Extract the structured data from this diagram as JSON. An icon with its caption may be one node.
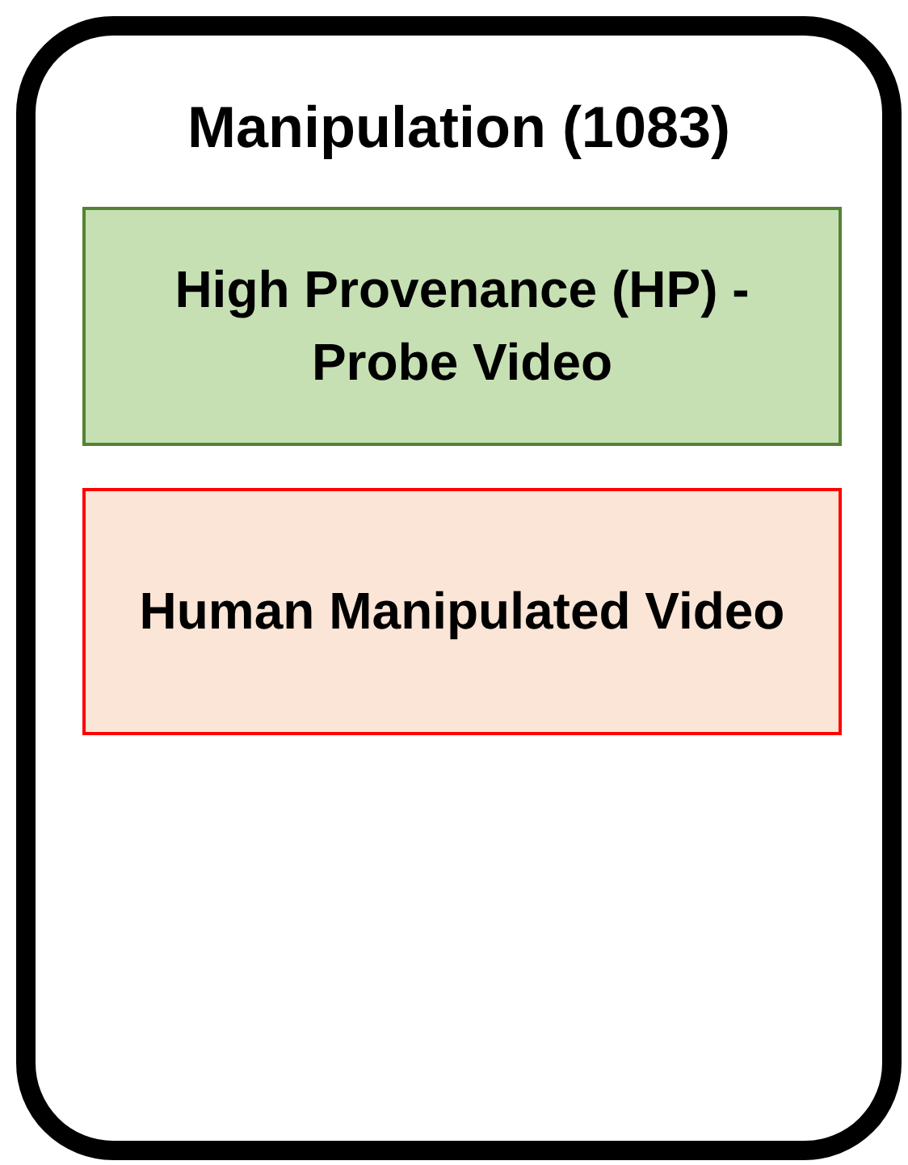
{
  "diagram": {
    "nodes": [
      {
        "text": [
          "Manipulation (1083)"
        ]
      },
      {
        "text": [
          "High Provenance (HP) - Probe Video"
        ],
        "in": 0
      },
      {
        "text": [
          "Human Manipulated Video"
        ],
        "in": 0
      }
    ]
  }
}
